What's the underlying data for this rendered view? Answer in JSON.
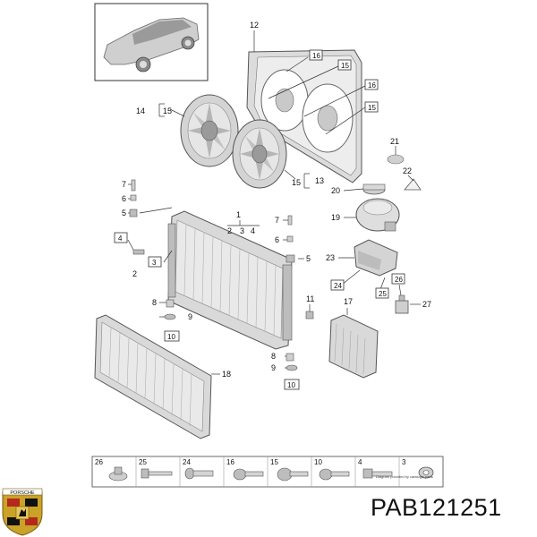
{
  "colors": {
    "part": "#d8d8d8",
    "part_dark": "#a8a8a8",
    "outline": "#555555",
    "leader": "#333333",
    "badge_gold": "#c9a227",
    "badge_red": "#b5281d"
  },
  "callouts": {
    "c1": "1",
    "c2a": "2",
    "c2b": "2",
    "c3a": "3",
    "c4a": "4",
    "c3b": "3",
    "c4b": "4",
    "c5a": "5",
    "c5b": "5",
    "c6a": "6",
    "c6b": "6",
    "c7a": "7",
    "c7b": "7",
    "c8a": "8",
    "c8b": "8",
    "c9a": "9",
    "c9b": "9",
    "c10a": "10",
    "c10b": "10",
    "c11": "11",
    "c12": "12",
    "c13": "13",
    "c14": "14",
    "c15a": "15",
    "c15b": "15",
    "c15c": "15",
    "c15d": "15",
    "c16a": "16",
    "c16b": "16",
    "c17": "17",
    "c18": "18",
    "c19": "19",
    "c20": "20",
    "c21": "21",
    "c22": "22",
    "c23": "23",
    "c24": "24",
    "c25": "25",
    "c26": "26",
    "c27": "27"
  },
  "legend": [
    "26",
    "25",
    "24",
    "16",
    "15",
    "10",
    "4",
    "3"
  ],
  "note": "Diagram provided by catalogic parts",
  "part_number": "PAB121251",
  "logo_icon": "porsche-crest-icon",
  "logo_text": "PORSCHE"
}
